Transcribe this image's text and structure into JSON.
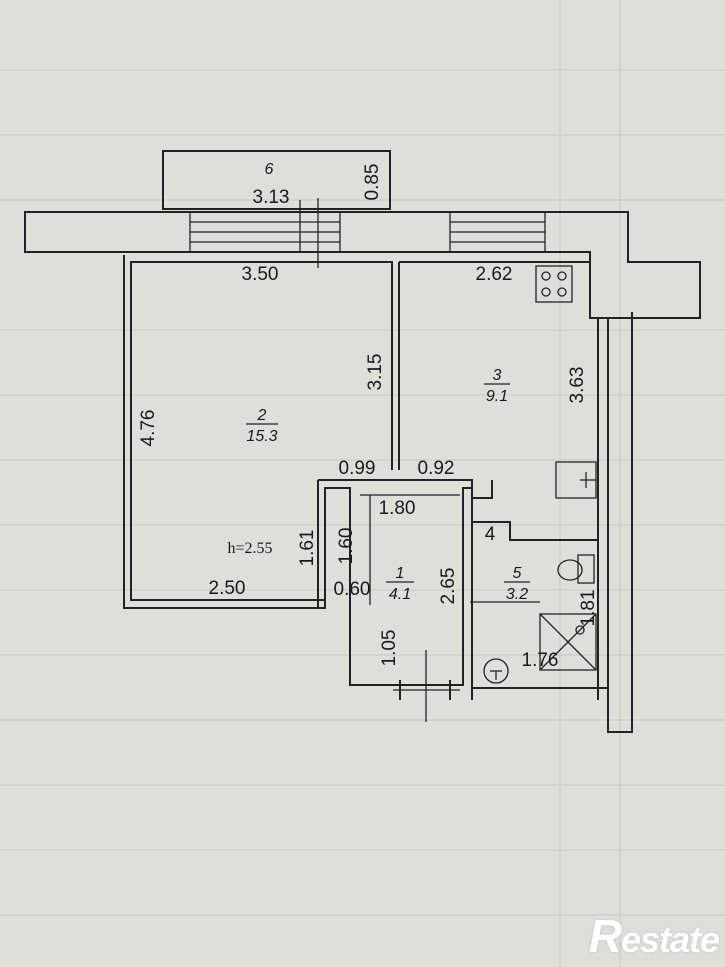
{
  "plan": {
    "rooms": [
      {
        "number": "1",
        "area": "4.1"
      },
      {
        "number": "2",
        "area": "15.3"
      },
      {
        "number": "3",
        "area": "9.1"
      },
      {
        "number": "4",
        "area": ""
      },
      {
        "number": "5",
        "area": "3.2"
      },
      {
        "number": "6",
        "area": ""
      }
    ],
    "ceiling_height": "h=2.55",
    "dimensions": {
      "balcony_width": "3.13",
      "balcony_depth": "0.85",
      "room2_top": "3.50",
      "room2_left": "4.76",
      "room2_right": "3.15",
      "room2_bottom": "2.50",
      "room2_step": "1.61",
      "hall_wall_left": "0.99",
      "hall_wall_right": "0.92",
      "hall_top": "1.80",
      "hall_left": "1.60",
      "hall_niche": "0.60",
      "hall_right": "2.65",
      "hall_entry": "1.05",
      "kitchen_top": "2.62",
      "kitchen_right": "3.63",
      "bath_side": "1.81",
      "bath_bottom": "1.76"
    }
  },
  "logo": {
    "initial": "R",
    "rest": "estate"
  }
}
